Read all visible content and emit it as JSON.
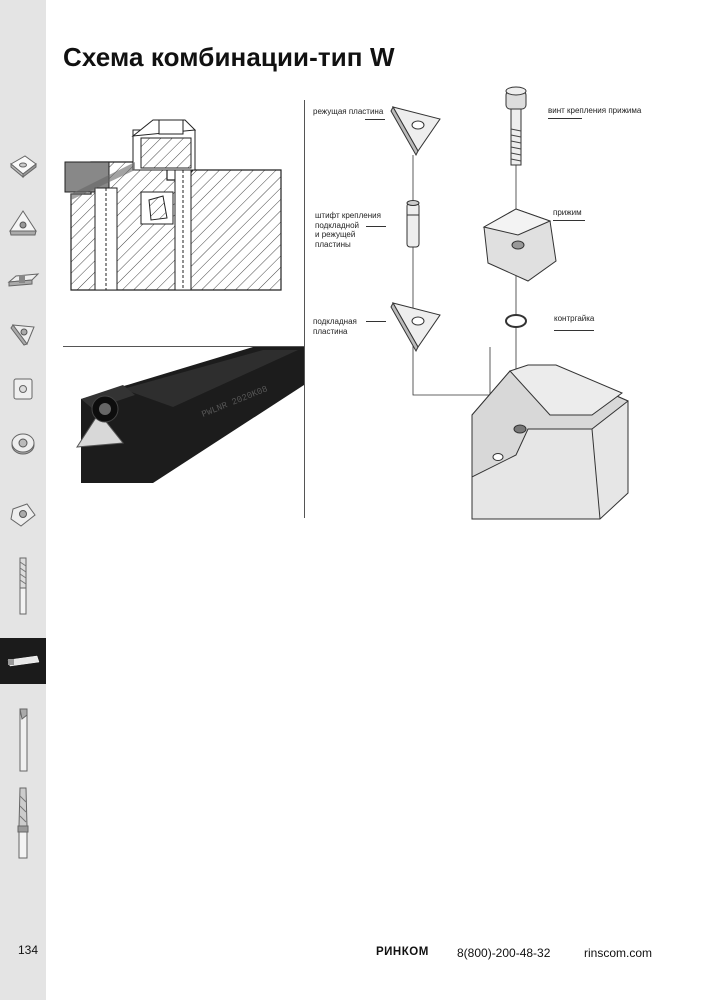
{
  "page": {
    "title": "Схема комбинации-тип W",
    "page_number": "134"
  },
  "labels": {
    "cutting_insert": "режущая пластина",
    "clamp_screw": "винт крепления прижима",
    "pin": [
      "штифт крепления",
      "подкладной",
      "и режущей",
      "пластины"
    ],
    "clamp": "прижим",
    "shim": [
      "подкладная",
      "пластина"
    ],
    "locknut": "контргайка"
  },
  "footer": {
    "logo": "РИНКОМ",
    "phone": "8(800)-200-48-32",
    "website": "rinscom.com"
  },
  "sidebar": {
    "items": [
      {
        "icon": "square-insert-icon"
      },
      {
        "icon": "triangle-insert-icon"
      },
      {
        "icon": "grooving-insert-icon"
      },
      {
        "icon": "threading-insert-icon"
      },
      {
        "icon": "square-plate-icon"
      },
      {
        "icon": "round-insert-icon"
      },
      {
        "icon": "milling-insert-icon"
      },
      {
        "icon": "drill-icon"
      },
      {
        "icon": "turning-holder-icon",
        "active": true
      },
      {
        "icon": "boring-bar-icon"
      },
      {
        "icon": "indexable-drill-icon"
      }
    ]
  },
  "colors": {
    "sidebar_bg": "#e4e4e4",
    "active_bg": "#1b1b1b",
    "part_fill": "#e6e6e6",
    "tool_body": "#1c1c1c"
  }
}
